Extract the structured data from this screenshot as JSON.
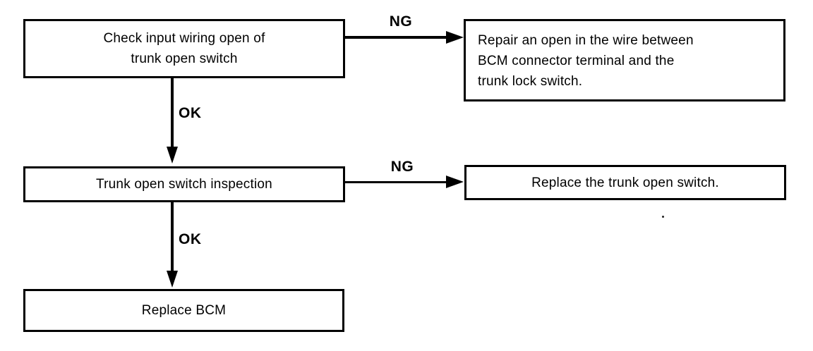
{
  "flowchart": {
    "type": "troubleshooting-flowchart",
    "colors": {
      "line": "#000000",
      "text": "#000000",
      "background": "#ffffff"
    },
    "nodes": [
      {
        "id": "check-input-wiring",
        "text": "Check input wiring open of\ntrunk open switch",
        "align": "center"
      },
      {
        "id": "repair-open-wire",
        "text": "Repair an open in the wire between\nBCM connector terminal and the\ntrunk lock switch.",
        "align": "left"
      },
      {
        "id": "trunk-switch-inspection",
        "text": "Trunk open switch inspection",
        "align": "center"
      },
      {
        "id": "replace-trunk-open-switch",
        "text": "Replace the trunk open switch.",
        "align": "center"
      },
      {
        "id": "replace-bcm",
        "text": "Replace BCM",
        "align": "center"
      }
    ],
    "edges": [
      {
        "from": "check-input-wiring",
        "to": "repair-open-wire",
        "label": "NG",
        "direction": "right"
      },
      {
        "from": "check-input-wiring",
        "to": "trunk-switch-inspection",
        "label": "OK",
        "direction": "down"
      },
      {
        "from": "trunk-switch-inspection",
        "to": "replace-trunk-open-switch",
        "label": "NG",
        "direction": "right"
      },
      {
        "from": "trunk-switch-inspection",
        "to": "replace-bcm",
        "label": "OK",
        "direction": "down"
      }
    ]
  }
}
